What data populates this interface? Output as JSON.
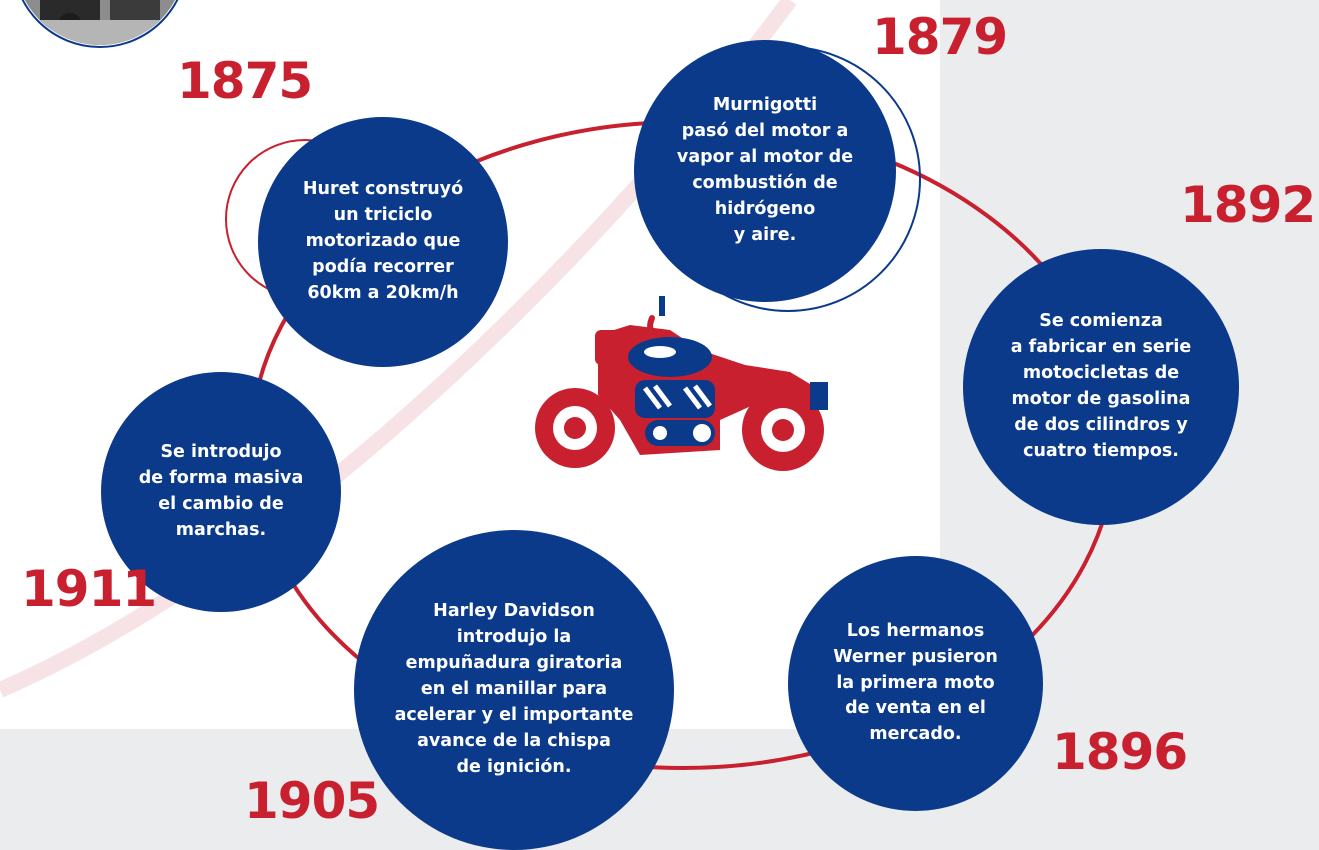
{
  "colors": {
    "red": "#c8202f",
    "blue": "#0b3a8b",
    "background": "#ebecee",
    "panel": "#ffffff"
  },
  "icons": {
    "motorcycle": "motorcycle-icon",
    "photo": "vintage-photo-thumbnail"
  },
  "timeline": [
    {
      "year": "1875",
      "text": "Huret construyó\nun triciclo\nmotorizado que\npodía recorrer\n60km a 20km/h"
    },
    {
      "year": "1879",
      "text": "Murnigotti\npasó del motor a\nvapor al motor de\ncombustión de\nhidrógeno\ny aire."
    },
    {
      "year": "1892",
      "text": "Se comienza\na fabricar en serie\nmotocicletas de\nmotor de gasolina\nde dos cilindros y\ncuatro tiempos."
    },
    {
      "year": "1896",
      "text": "Los hermanos\nWerner pusieron\nla primera moto\nde venta en el\nmercado."
    },
    {
      "year": "1905",
      "text": "Harley Davidson\nintrodujo la\nempuñadura giratoria\nen el manillar para\nacelerar y el importante\navance de la chispa\nde ignición."
    },
    {
      "year": "1911",
      "text": "Se introdujo\nde forma masiva\nel cambio de\nmarchas."
    }
  ]
}
